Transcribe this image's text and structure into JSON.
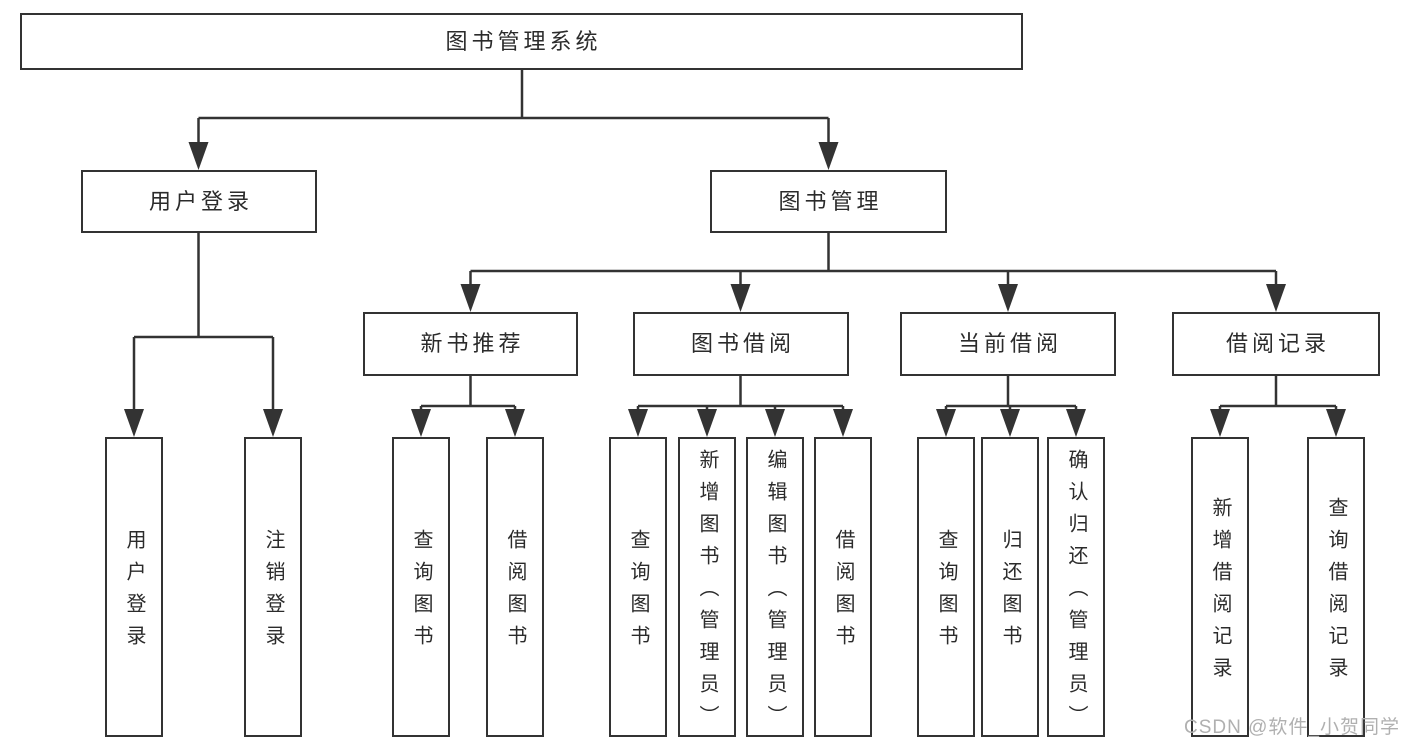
{
  "colors": {
    "line": "#333333",
    "box_border": "#333333",
    "text": "#2b2b2b",
    "watermark": "#b0b0b0",
    "background": "#ffffff"
  },
  "tree": {
    "root": {
      "label": "图书管理系统",
      "children": [
        {
          "label": "用户登录",
          "children": [
            {
              "label": "用户登录"
            },
            {
              "label": "注销登录"
            }
          ]
        },
        {
          "label": "图书管理",
          "children": [
            {
              "label": "新书推荐",
              "children": [
                {
                  "label": "查询图书"
                },
                {
                  "label": "借阅图书"
                }
              ]
            },
            {
              "label": "图书借阅",
              "children": [
                {
                  "label": "查询图书"
                },
                {
                  "label": "新增图书（管理员）"
                },
                {
                  "label": "编辑图书（管理员）"
                },
                {
                  "label": "借阅图书"
                }
              ]
            },
            {
              "label": "当前借阅",
              "children": [
                {
                  "label": "查询图书"
                },
                {
                  "label": "归还图书"
                },
                {
                  "label": "确认归还（管理员）"
                }
              ]
            },
            {
              "label": "借阅记录",
              "children": [
                {
                  "label": "新增借阅记录"
                },
                {
                  "label": "查询借阅记录"
                }
              ]
            }
          ]
        }
      ]
    }
  },
  "watermark": {
    "text": "CSDN @软件_小贺同学"
  }
}
